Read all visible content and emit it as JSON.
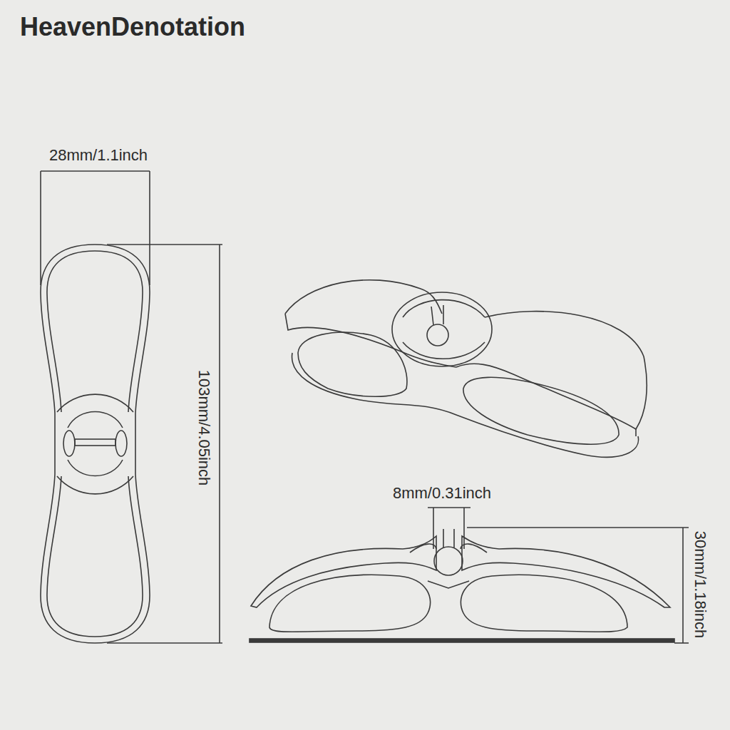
{
  "diagram": {
    "labels": [
      "HeavenDenotation",
      "28mm/1.1inch",
      "103mm/4.05inch",
      "8mm/0.31inch",
      "30mm/1.18inch"
    ]
  }
}
